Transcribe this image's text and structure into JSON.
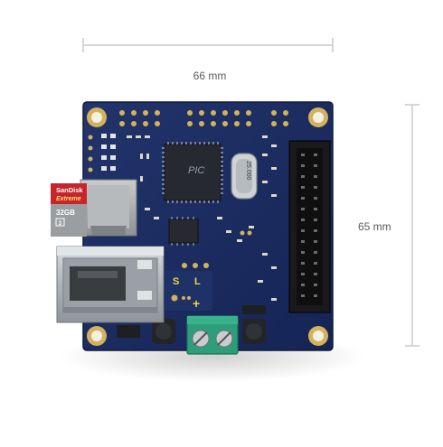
{
  "dimensions": {
    "width_label": "66 mm",
    "height_label": "65 mm"
  },
  "board": {
    "mcu_marking": "PIC",
    "crystal_marking": "25.000",
    "silk_s": "S",
    "silk_l": "L",
    "silk_plus": "+"
  },
  "sd_card": {
    "brand": "SanDisk",
    "line": "Extreme",
    "capacity": "32GB",
    "class_mark": "3"
  },
  "colors": {
    "pcb": "#1b2a5c",
    "pcb_edge": "#14204a",
    "gold": "#d4b25a",
    "terminal": "#2e9e7a",
    "sd_red": "#c7242b"
  }
}
